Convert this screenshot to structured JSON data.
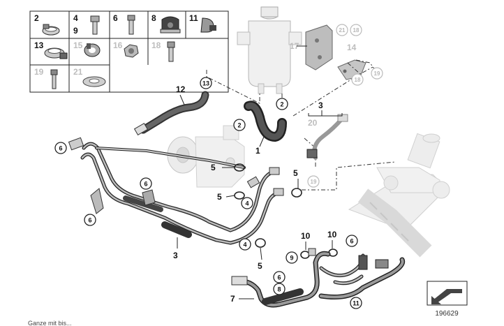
{
  "legend_grid": {
    "cells": [
      {
        "label": "2",
        "grey": false
      },
      {
        "label": "4",
        "grey": false,
        "sub": "9"
      },
      {
        "label": "6",
        "grey": false
      },
      {
        "label": "8",
        "grey": false
      },
      {
        "label": "11",
        "grey": false
      },
      {
        "label": "13",
        "grey": false
      },
      {
        "label": "15",
        "grey": true
      },
      {
        "label": "16",
        "grey": true
      },
      {
        "label": "18",
        "grey": true
      },
      {
        "label": "19",
        "grey": true
      },
      {
        "label": "21",
        "grey": true
      }
    ]
  },
  "callouts": {
    "c1": "1",
    "c2": "2",
    "c2b": "2",
    "c3": "3",
    "c3b": "3",
    "c4": "4",
    "c4b": "4",
    "c5a": "5",
    "c5b": "5",
    "c5c": "5",
    "c5d": "5",
    "c6a": "6",
    "c6b": "6",
    "c6c": "6",
    "c6d": "6",
    "c6e": "6",
    "c7": "7",
    "c8": "8",
    "c9": "9",
    "c10a": "10",
    "c10b": "10",
    "c11": "11",
    "c12": "12",
    "c13": "13",
    "c14": "14",
    "c17": "17",
    "c18a": "18",
    "c18b": "18",
    "c19a": "19",
    "c19b": "19",
    "c20": "20",
    "c21": "21"
  },
  "reference_number": "196629",
  "footer_caption": "Ganze mit bis..."
}
